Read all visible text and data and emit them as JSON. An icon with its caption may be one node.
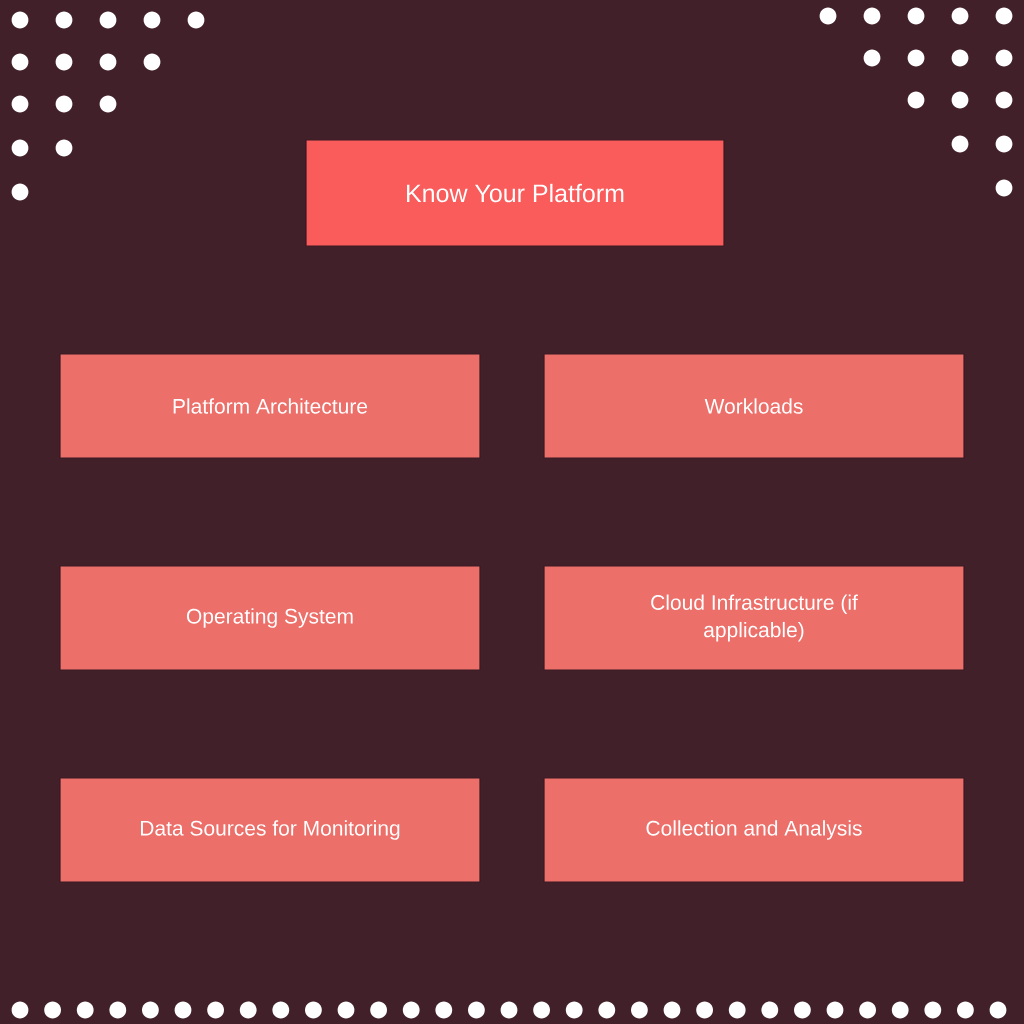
{
  "diagram": {
    "nodes": [
      {
        "text": [
          "Know Your Platform"
        ]
      },
      {
        "text": [
          "Platform Architecture"
        ]
      },
      {
        "text": [
          "Workloads"
        ]
      },
      {
        "text": [
          "Operating System"
        ]
      },
      {
        "text": [
          "Cloud Infrastructure (if applicable)"
        ]
      },
      {
        "text": [
          "Data Sources for Monitoring"
        ]
      },
      {
        "text": [
          "Collection and Analysis"
        ]
      }
    ]
  }
}
